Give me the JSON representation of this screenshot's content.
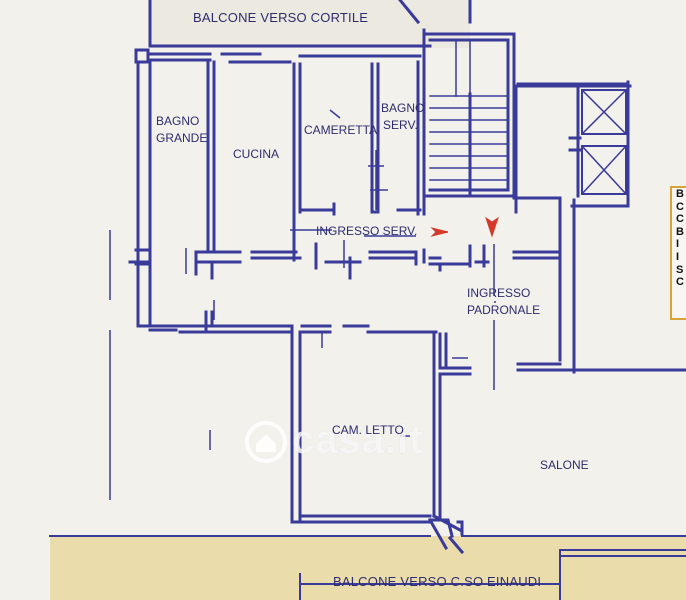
{
  "rooms": {
    "balcone_cortile": "BALCONE VERSO CORTILE",
    "bagno_grande_1": "BAGNO",
    "bagno_grande_2": "GRANDE",
    "cucina": "CUCINA",
    "cameretta": "CAMERETTA",
    "bagno_serv_1": "BAGNO",
    "bagno_serv_2": "SERV.",
    "ingresso_serv": "INGRESSO SERV.",
    "ingresso_padronale_1": "INGRESSO",
    "ingresso_padronale_2": "PADRONALE",
    "cam_letto": "CAM. LETTO",
    "salone": "SALONE",
    "balcone_einaudi": "BALCONE VERSO C.SO EINAUDI"
  },
  "legend_letters": [
    "B",
    "C",
    "C",
    "B",
    "I",
    "I",
    "S",
    "C"
  ],
  "watermark": "casa.it",
  "colors": {
    "wall": "#3a3a9a",
    "text": "#2f2c6e",
    "arrow": "#d43a2a",
    "balcony": "#e9d9a6",
    "background": "#f3f1ec"
  }
}
